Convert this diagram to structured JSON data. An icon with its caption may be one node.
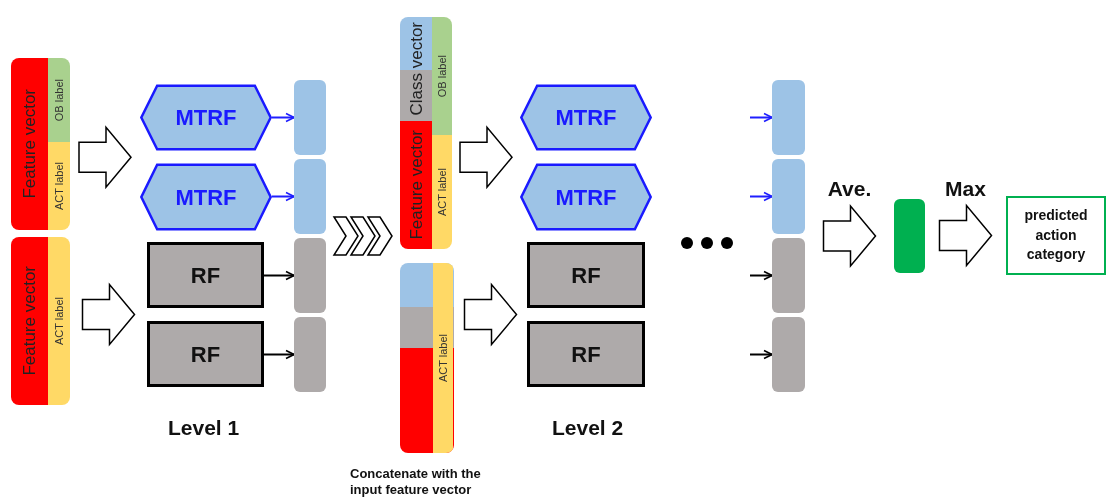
{
  "diagram": {
    "nodes": [
      {
        "text": [],
        "shape": "bar"
      },
      {
        "text": [
          "Feature vector"
        ],
        "in": 0
      },
      {
        "text": [
          "OB label"
        ],
        "in": 0
      },
      {
        "text": [
          "ACT label"
        ],
        "in": 0
      },
      {
        "text": [],
        "shape": "bar"
      },
      {
        "text": [
          "Feature vector"
        ],
        "in": 4
      },
      {
        "text": [
          "ACT label"
        ],
        "in": 4
      },
      {
        "text": [
          "MTRF"
        ]
      },
      {
        "text": [
          "MTRF"
        ]
      },
      {
        "text": [
          "RF"
        ]
      },
      {
        "text": [
          "RF"
        ]
      },
      {
        "text": [],
        "shape": "bar"
      },
      {
        "text": [],
        "shape": "bar"
      },
      {
        "text": [],
        "shape": "bar"
      },
      {
        "text": [],
        "shape": "bar"
      },
      {
        "text": [],
        "shape": "bar"
      },
      {
        "text": [
          "Class vector"
        ],
        "in": 15
      },
      {
        "text": [
          "OB label"
        ],
        "in": 15
      },
      {
        "text": [
          "Feature vector"
        ],
        "in": 15
      },
      {
        "text": [
          "ACT label"
        ],
        "in": 15
      },
      {
        "text": [],
        "shape": "bar"
      },
      {
        "text": [
          "ACT label"
        ],
        "in": 20
      },
      {
        "text": [
          "MTRF"
        ]
      },
      {
        "text": [
          "MTRF"
        ]
      },
      {
        "text": [
          "RF"
        ]
      },
      {
        "text": [
          "RF"
        ]
      },
      {
        "text": [],
        "shape": "bar"
      },
      {
        "text": [],
        "shape": "bar"
      },
      {
        "text": [],
        "shape": "bar"
      },
      {
        "text": [],
        "shape": "bar"
      },
      {
        "text": [],
        "shape": "bar"
      },
      {
        "text": [
          "predicted action category"
        ]
      }
    ],
    "edges": [
      {
        "from": 0,
        "to": 7,
        "arrow": "to",
        "style": "thick"
      },
      {
        "from": 0,
        "to": 8,
        "arrow": "to",
        "style": "thick"
      },
      {
        "from": 4,
        "to": 9,
        "arrow": "to",
        "style": "thick"
      },
      {
        "from": 4,
        "to": 10,
        "arrow": "to",
        "style": "thick"
      },
      {
        "from": 7,
        "to": 11,
        "arrow": "to",
        "color": "#1f1fff"
      },
      {
        "from": 8,
        "to": 12,
        "arrow": "to",
        "color": "#1f1fff"
      },
      {
        "from": 9,
        "to": 13,
        "arrow": "to",
        "color": "#000000"
      },
      {
        "from": 10,
        "to": 14,
        "arrow": "to",
        "color": "#000000"
      },
      {
        "from": 12,
        "to": 15,
        "arrow": "to"
      },
      {
        "from": 13,
        "to": 15,
        "arrow": "to"
      },
      {
        "from": 15,
        "to": 22,
        "arrow": "to",
        "style": "thick"
      },
      {
        "from": 15,
        "to": 23,
        "arrow": "to",
        "style": "thick"
      },
      {
        "from": 20,
        "to": 24,
        "arrow": "to",
        "style": "thick"
      },
      {
        "from": 20,
        "to": 25,
        "arrow": "to",
        "style": "thick"
      },
      {
        "from": null,
        "to": 26,
        "arrow": "to",
        "color": "#1f1fff"
      },
      {
        "from": null,
        "to": 27,
        "arrow": "to",
        "color": "#1f1fff"
      },
      {
        "from": null,
        "to": 28,
        "arrow": "to",
        "color": "#000000"
      },
      {
        "from": null,
        "to": 29,
        "arrow": "to",
        "color": "#000000"
      },
      {
        "from": 26,
        "to": 30,
        "arrow": "to",
        "style": "thick",
        "label": "Ave."
      },
      {
        "from": 27,
        "to": 30,
        "arrow": "to",
        "style": "thick"
      },
      {
        "from": 28,
        "to": 30,
        "arrow": "to",
        "style": "thick"
      },
      {
        "from": 29,
        "to": 30,
        "arrow": "to",
        "style": "thick"
      },
      {
        "from": 30,
        "to": 31,
        "arrow": "to",
        "style": "thick",
        "label": "Max"
      }
    ],
    "labels": [
      "Level 1",
      "Level 2",
      "Concatenate with the input feature vector"
    ]
  }
}
